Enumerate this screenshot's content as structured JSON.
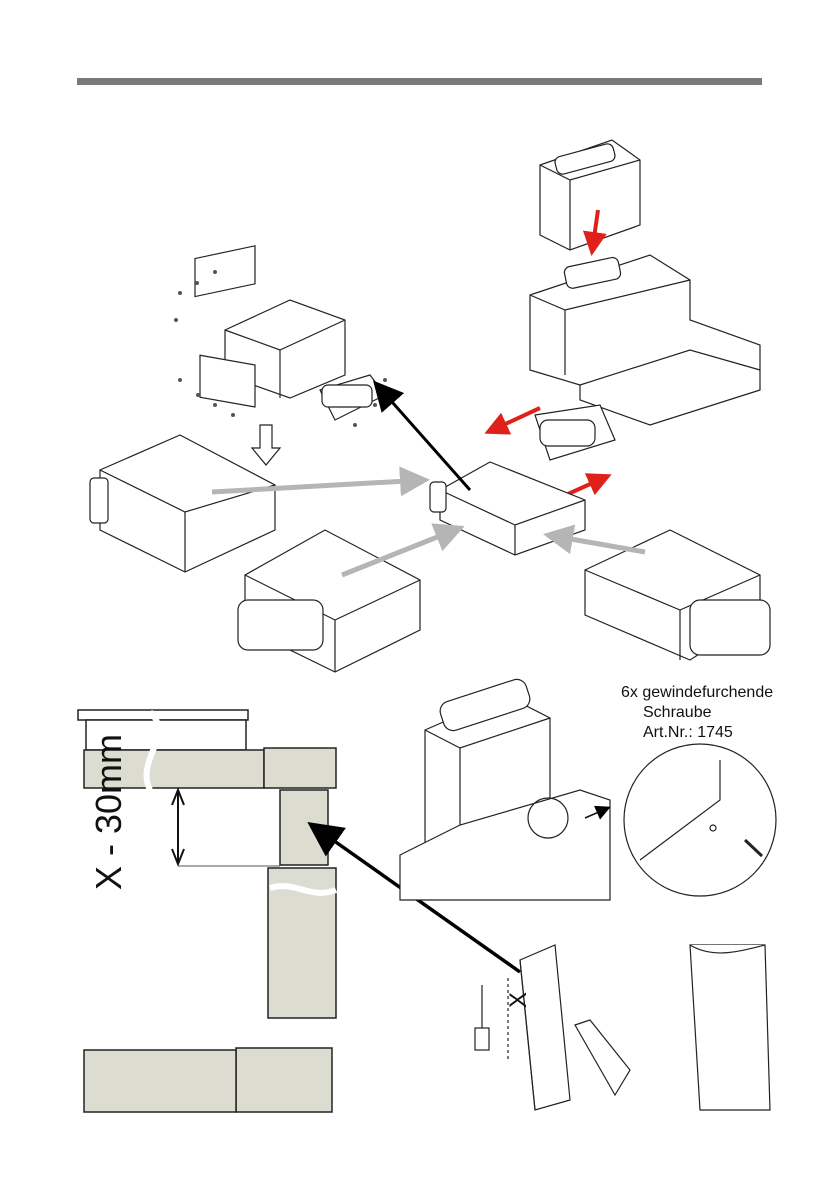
{
  "note": {
    "line1": "6x gewindefurchende",
    "line2": "Schraube",
    "line3": "Art.Nr.: 1745"
  },
  "dimension_label": "X - 30mm",
  "x_label": "X",
  "colors": {
    "rule": "#7a7a7a",
    "red_arrow": "#e0201b",
    "grey_arrow": "#b5b5b5",
    "duct_fill": "#dcdcd0"
  }
}
